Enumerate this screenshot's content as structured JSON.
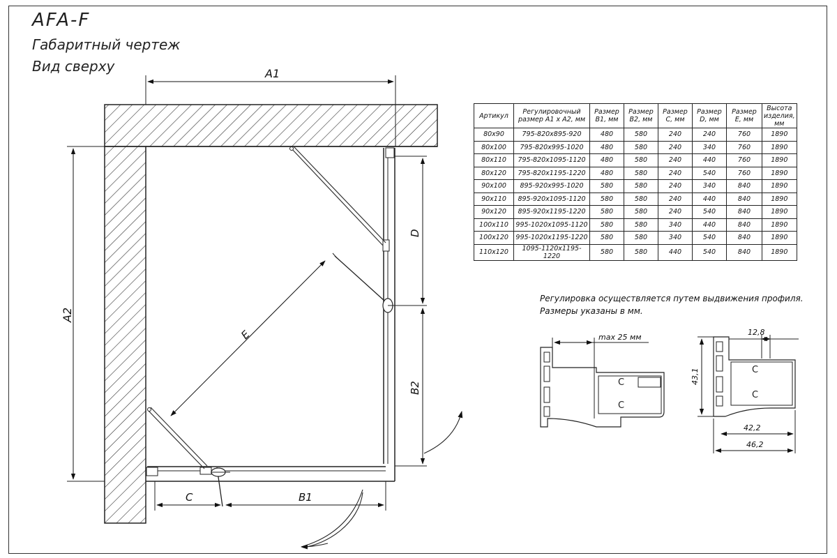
{
  "title": "AFA-F",
  "subtitle_1": "Габаритный чертеж",
  "subtitle_2": "Вид сверху",
  "dimensions": {
    "a1": "A1",
    "a2": "A2",
    "b1": "B1",
    "b2": "B2",
    "c": "C",
    "d": "D",
    "e": "E"
  },
  "table": {
    "headers": [
      "Артикул",
      "Регулировочный размер A1 x A2, мм",
      "Размер B1, мм",
      "Размер B2, мм",
      "Размер C, мм",
      "Размер D, мм",
      "Размер E, мм",
      "Высота изделия, мм"
    ],
    "rows": [
      [
        "80x90",
        "795-820x895-920",
        "480",
        "580",
        "240",
        "240",
        "760",
        "1890"
      ],
      [
        "80x100",
        "795-820x995-1020",
        "480",
        "580",
        "240",
        "340",
        "760",
        "1890"
      ],
      [
        "80x110",
        "795-820x1095-1120",
        "480",
        "580",
        "240",
        "440",
        "760",
        "1890"
      ],
      [
        "80x120",
        "795-820x1195-1220",
        "480",
        "580",
        "240",
        "540",
        "760",
        "1890"
      ],
      [
        "90x100",
        "895-920x995-1020",
        "580",
        "580",
        "240",
        "340",
        "840",
        "1890"
      ],
      [
        "90x110",
        "895-920x1095-1120",
        "580",
        "580",
        "240",
        "440",
        "840",
        "1890"
      ],
      [
        "90x120",
        "895-920x1195-1220",
        "580",
        "580",
        "240",
        "540",
        "840",
        "1890"
      ],
      [
        "100x110",
        "995-1020x1095-1120",
        "580",
        "580",
        "340",
        "440",
        "840",
        "1890"
      ],
      [
        "100x120",
        "995-1020x1195-1220",
        "580",
        "580",
        "340",
        "540",
        "840",
        "1890"
      ],
      [
        "110x120",
        "1095-1120x1195-1220",
        "580",
        "580",
        "440",
        "540",
        "840",
        "1890"
      ]
    ]
  },
  "notes": {
    "line_1": "Регулировка осуществляется путем выдвижения профиля.",
    "line_2": "Размеры указаны в мм."
  },
  "profile_dims": {
    "max_adjust": "max 25 мм",
    "d_12_8": "12,8",
    "d_43_1": "43,1",
    "d_42_2": "42,2",
    "d_46_2": "46,2"
  }
}
